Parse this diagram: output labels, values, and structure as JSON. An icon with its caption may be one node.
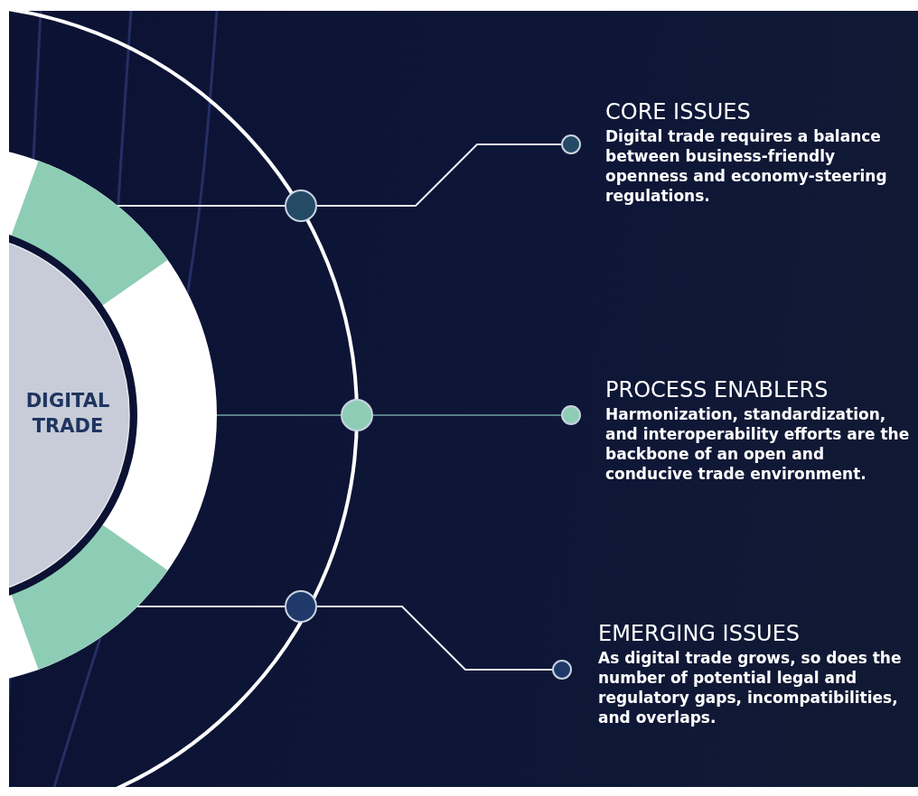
{
  "diagram": {
    "nodes": [
      {
        "text": [
          "DIGITAL TRADE"
        ]
      },
      {
        "text": [],
        "shape": "circle"
      },
      {
        "text": [],
        "shape": "circle"
      },
      {
        "text": [],
        "shape": "circle"
      },
      {
        "text": [],
        "shape": "circle"
      },
      {
        "text": [],
        "shape": "circle"
      },
      {
        "text": [],
        "shape": "circle"
      },
      {
        "text": [
          "CORE ISSUES",
          "Digital trade requires a balance between business-friendly openness and economy-steering regulations."
        ]
      },
      {
        "text": [
          "PROCESS ENABLERS",
          "Harmonization, standardization, and interoperability efforts are the backbone of an open and conducive trade environment."
        ]
      },
      {
        "text": [
          "EMERGING ISSUES",
          "As digital trade grows, so does the number of potential legal and regulatory gaps, incompatibilities, and overlaps."
        ]
      }
    ],
    "edges": [
      {
        "from": 0,
        "to": 1,
        "arrow": "none"
      },
      {
        "from": 1,
        "to": 4,
        "arrow": "none"
      },
      {
        "from": 0,
        "to": 2,
        "arrow": "none",
        "color": "#6fa3a3"
      },
      {
        "from": 2,
        "to": 5,
        "arrow": "none",
        "color": "#6fa3a3"
      },
      {
        "from": 0,
        "to": 3,
        "arrow": "none"
      },
      {
        "from": 3,
        "to": 6,
        "arrow": "none"
      }
    ]
  }
}
